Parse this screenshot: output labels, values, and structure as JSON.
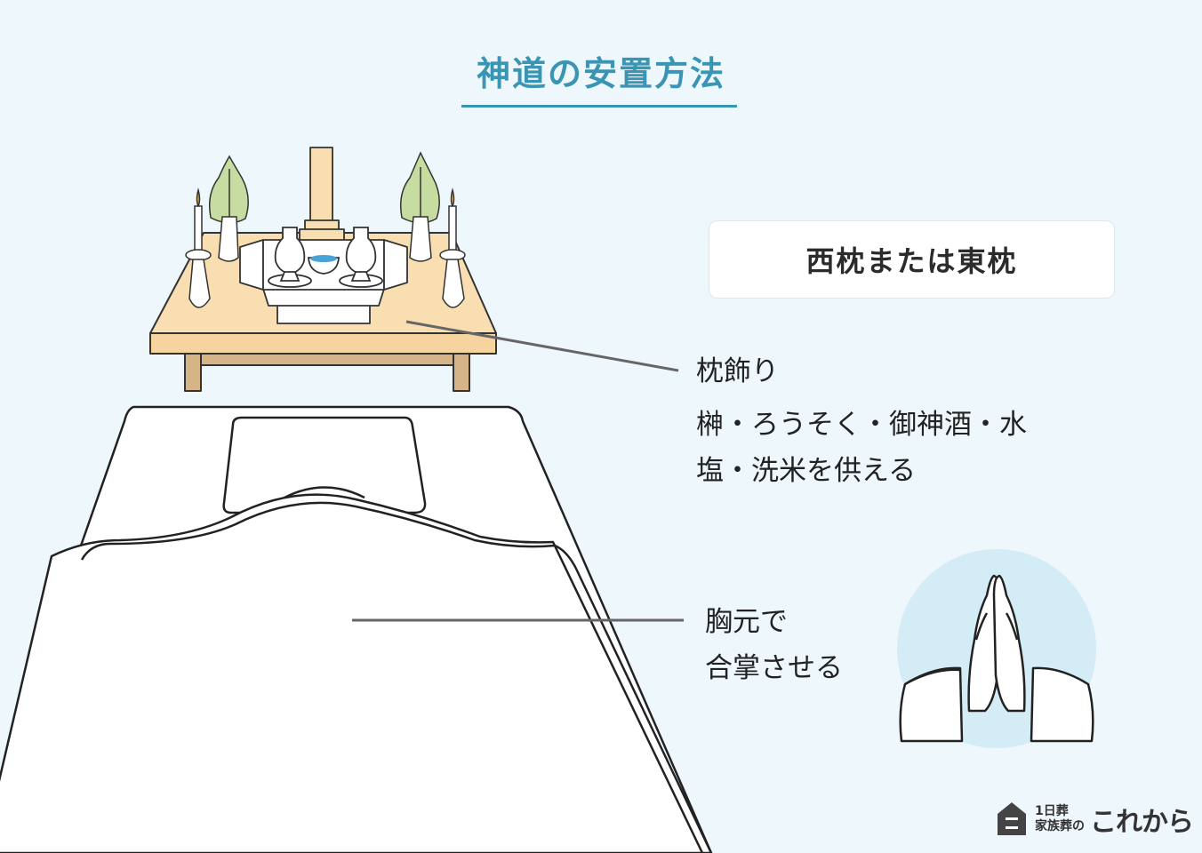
{
  "title": "神道の安置方法",
  "badge": {
    "label": "西枕または東枕"
  },
  "labels": {
    "makura_kazari": "枕飾り",
    "offerings_line1": "榊・ろうそく・御神酒・水",
    "offerings_line2": "塩・洗米を供える",
    "chest_line1": "胸元で",
    "chest_line2": "合掌させる"
  },
  "logo": {
    "line1": "1日葬",
    "line2": "家族葬の",
    "brand": "これから"
  },
  "colors": {
    "background": "#eef7fb",
    "title": "#3a95b5",
    "table": "#f9deb2",
    "sakaki": "#c6dca0",
    "circle": "#d3ecf6"
  }
}
